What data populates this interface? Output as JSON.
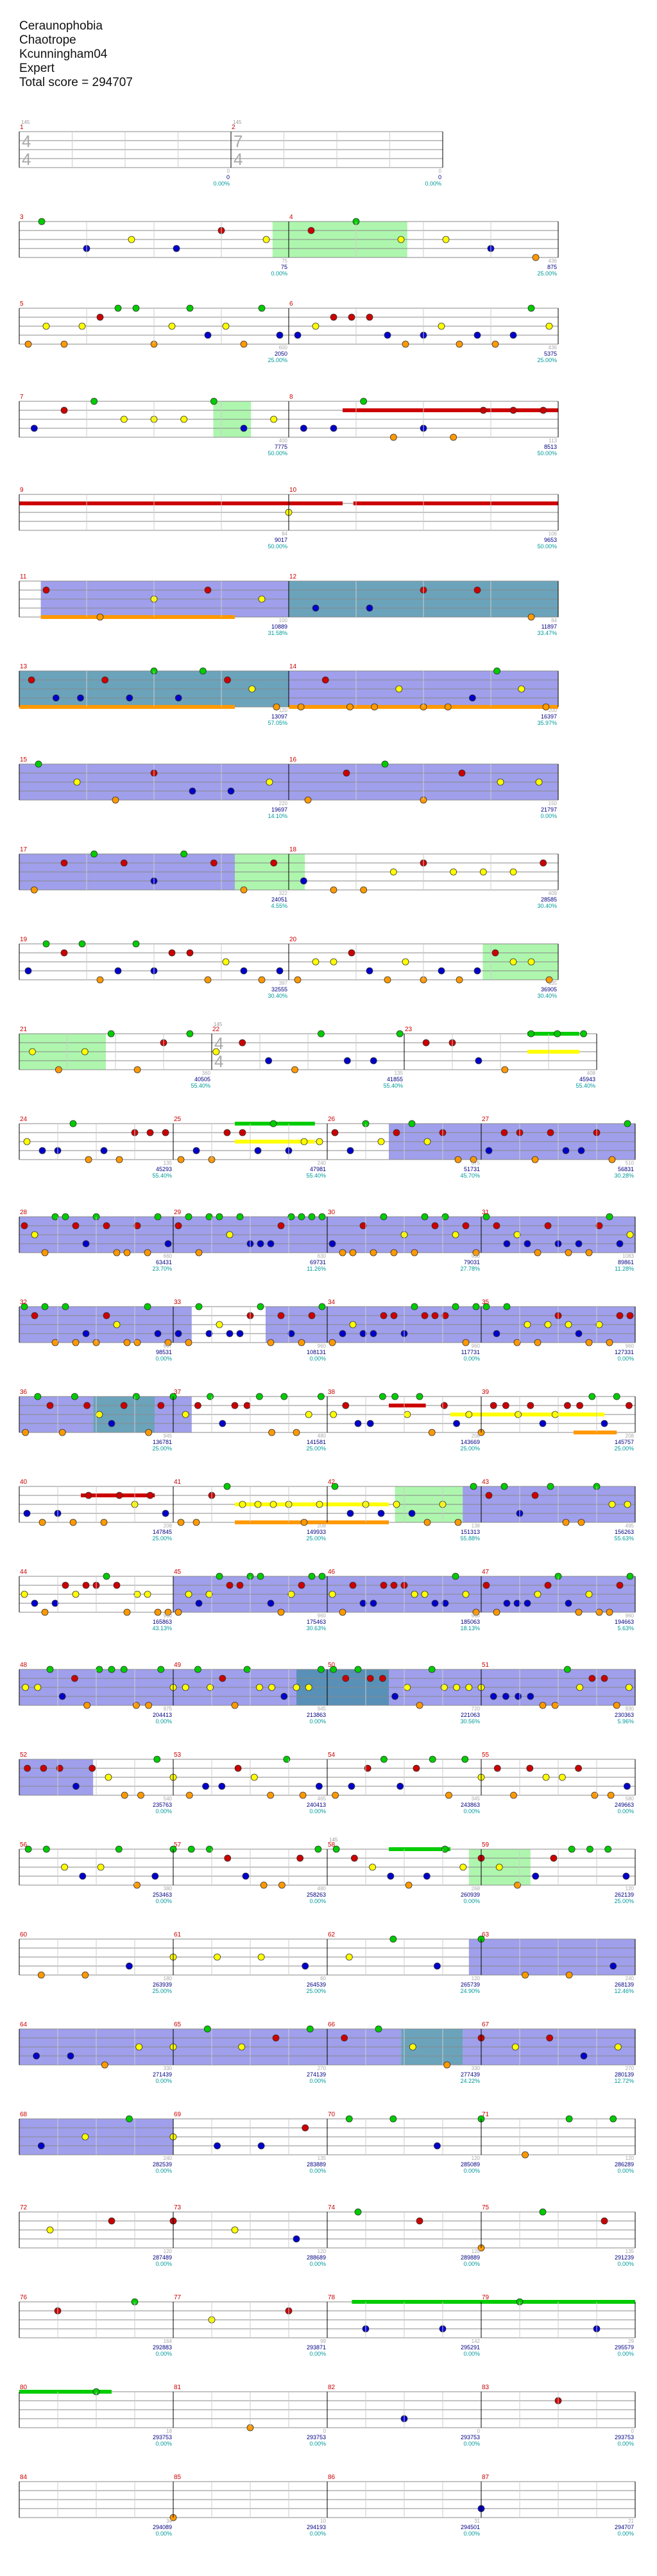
{
  "header": {
    "song": "Ceraunophobia",
    "artist": "Chaotrope",
    "charter": "Kcunningham04",
    "difficulty": "Expert",
    "total_score": "Total score = 294707"
  },
  "colors": {
    "staff_line": "#888888",
    "measure_number": "#cc0000",
    "score_text": "#000080",
    "percent_text": "#009999",
    "star_power": "#3333cc",
    "solo": "#4a8aa8",
    "overdrive": "#66ff66",
    "green": "#00cc00",
    "red": "#cc0000",
    "yellow": "#ffff00",
    "blue": "#0000cc",
    "orange": "#ff9900",
    "purple": "#8b008b"
  },
  "rows": [
    {
      "measures": [
        {
          "num": "1",
          "tempo": "145",
          "ts": [
            "4",
            "4"
          ],
          "score": "0",
          "pct": "0.00%",
          "small": "0"
        },
        {
          "num": "2",
          "tempo": "145",
          "ts": [
            "7",
            "4"
          ],
          "score": "0",
          "pct": "0.00%",
          "small": "0"
        }
      ]
    },
    {
      "measures": [
        {
          "num": "3",
          "score": "75",
          "pct": "0.00%",
          "small": "75"
        },
        {
          "num": "4",
          "score": "875",
          "pct": "25.00%",
          "small": "436"
        }
      ]
    },
    {
      "measures": [
        {
          "num": "5",
          "score": "2050",
          "pct": "25.00%",
          "small": "600"
        },
        {
          "num": "6",
          "score": "5375",
          "pct": "25.00%",
          "small": "436"
        }
      ]
    },
    {
      "measures": [
        {
          "num": "7",
          "score": "7775",
          "pct": "50.00%",
          "small": "400"
        },
        {
          "num": "8",
          "score": "8513",
          "pct": "50.00%",
          "small": "113"
        }
      ]
    },
    {
      "measures": [
        {
          "num": "9",
          "score": "9017",
          "pct": "50.00%",
          "small": "84"
        },
        {
          "num": "10",
          "score": "9653",
          "pct": "50.00%",
          "small": "106"
        }
      ]
    },
    {
      "measures": [
        {
          "num": "11",
          "score": "10889",
          "pct": "31.58%",
          "small": "100"
        },
        {
          "num": "12",
          "score": "11897",
          "pct": "33.47%",
          "small": "84"
        }
      ]
    },
    {
      "measures": [
        {
          "num": "13",
          "score": "13097",
          "pct": "57.05%",
          "small": "120"
        },
        {
          "num": "14",
          "score": "16397",
          "pct": "35.97%",
          "small": "200"
        }
      ]
    },
    {
      "measures": [
        {
          "num": "15",
          "score": "19697",
          "pct": "14.10%",
          "small": "220"
        },
        {
          "num": "16",
          "score": "21797",
          "pct": "0.00%",
          "small": "150"
        }
      ]
    },
    {
      "measures": [
        {
          "num": "17",
          "score": "24051",
          "pct": "4.55%",
          "small": "322"
        },
        {
          "num": "18",
          "score": "28585",
          "pct": "30.40%",
          "small": "409"
        }
      ]
    },
    {
      "measures": [
        {
          "num": "19",
          "score": "32555",
          "pct": "30.40%",
          "small": "397"
        },
        {
          "num": "20",
          "score": "36905",
          "pct": "30.40%",
          "small": "435"
        }
      ]
    },
    {
      "measures": [
        {
          "num": "21",
          "score": "40505",
          "pct": "55.40%",
          "small": "360"
        },
        {
          "num": "22",
          "tempo": "145",
          "ts": [
            "4",
            "4"
          ],
          "score": "41855",
          "pct": "55.40%",
          "small": "135"
        },
        {
          "num": "23",
          "score": "45943",
          "pct": "55.40%",
          "small": "408"
        }
      ]
    },
    {
      "measures": [
        {
          "num": "24",
          "score": "45293",
          "pct": "55.40%",
          "small": "135"
        },
        {
          "num": "25",
          "score": "47981",
          "pct": "55.40%",
          "small": "240"
        },
        {
          "num": "26",
          "score": "51731",
          "pct": "45.70%",
          "small": "375"
        },
        {
          "num": "27",
          "score": "56831",
          "pct": "30.28%",
          "small": "510"
        }
      ]
    },
    {
      "measures": [
        {
          "num": "28",
          "score": "63431",
          "pct": "23.70%",
          "small": "660"
        },
        {
          "num": "29",
          "score": "69731",
          "pct": "11.26%",
          "small": "630"
        },
        {
          "num": "30",
          "score": "79031",
          "pct": "27.78%",
          "small": "930"
        },
        {
          "num": "31",
          "score": "89861",
          "pct": "11.28%",
          "small": "1083"
        }
      ]
    },
    {
      "measures": [
        {
          "num": "32",
          "score": "98531",
          "pct": "0.00%",
          "small": "867"
        },
        {
          "num": "33",
          "score": "108131",
          "pct": "0.00%",
          "small": "960"
        },
        {
          "num": "34",
          "score": "117731",
          "pct": "0.00%",
          "small": "960"
        },
        {
          "num": "35",
          "score": "127331",
          "pct": "0.00%",
          "small": "960"
        }
      ]
    },
    {
      "measures": [
        {
          "num": "36",
          "score": "136781",
          "pct": "25.00%",
          "small": "945"
        },
        {
          "num": "37",
          "score": "141581",
          "pct": "25.00%",
          "small": "480"
        },
        {
          "num": "38",
          "score": "143669",
          "pct": "25.00%",
          "small": "208"
        },
        {
          "num": "39",
          "score": "145757",
          "pct": "25.00%",
          "small": "208"
        }
      ]
    },
    {
      "measures": [
        {
          "num": "40",
          "score": "147845",
          "pct": "25.00%",
          "small": "208"
        },
        {
          "num": "41",
          "score": "149933",
          "pct": "25.00%",
          "small": "208"
        },
        {
          "num": "42",
          "score": "151313",
          "pct": "55.88%",
          "small": "138"
        },
        {
          "num": "43",
          "score": "156263",
          "pct": "55.63%",
          "small": "495"
        }
      ]
    },
    {
      "measures": [
        {
          "num": "44",
          "score": "165863",
          "pct": "43.13%",
          "small": "960"
        },
        {
          "num": "45",
          "score": "175463",
          "pct": "30.63%",
          "small": "960"
        },
        {
          "num": "46",
          "score": "185063",
          "pct": "18.13%",
          "small": "960"
        },
        {
          "num": "47",
          "score": "194663",
          "pct": "5.63%",
          "small": "960"
        }
      ]
    },
    {
      "measures": [
        {
          "num": "48",
          "score": "204413",
          "pct": "0.00%",
          "small": "975"
        },
        {
          "num": "49",
          "score": "213863",
          "pct": "0.00%",
          "small": "945"
        },
        {
          "num": "50",
          "score": "221063",
          "pct": "30.56%",
          "small": "720"
        },
        {
          "num": "51",
          "score": "230363",
          "pct": "5.96%",
          "small": "930"
        }
      ]
    },
    {
      "measures": [
        {
          "num": "52",
          "score": "235763",
          "pct": "0.00%",
          "small": "540"
        },
        {
          "num": "53",
          "score": "240413",
          "pct": "0.00%",
          "small": "465"
        },
        {
          "num": "54",
          "score": "243863",
          "pct": "0.00%",
          "small": "345"
        },
        {
          "num": "55",
          "score": "249663",
          "pct": "0.00%",
          "small": "580"
        }
      ]
    },
    {
      "measures": [
        {
          "num": "56",
          "score": "253463",
          "pct": "0.00%",
          "small": "380"
        },
        {
          "num": "57",
          "score": "258263",
          "pct": "0.00%",
          "small": "480"
        },
        {
          "num": "58",
          "tempo": "145",
          "score": "260939",
          "pct": "0.00%",
          "small": "268"
        },
        {
          "num": "59",
          "score": "262139",
          "pct": "25.00%",
          "small": "120"
        }
      ]
    },
    {
      "measures": [
        {
          "num": "60",
          "score": "263939",
          "pct": "25.00%",
          "small": "180"
        },
        {
          "num": "61",
          "score": "264539",
          "pct": "25.00%",
          "small": "60"
        },
        {
          "num": "62",
          "score": "265739",
          "pct": "24.90%",
          "small": "120"
        },
        {
          "num": "63",
          "score": "268139",
          "pct": "12.46%",
          "small": "240"
        }
      ]
    },
    {
      "measures": [
        {
          "num": "64",
          "score": "271439",
          "pct": "0.00%",
          "small": "330"
        },
        {
          "num": "65",
          "score": "274139",
          "pct": "0.00%",
          "small": "270"
        },
        {
          "num": "66",
          "score": "277439",
          "pct": "24.22%",
          "small": "330"
        },
        {
          "num": "67",
          "score": "280139",
          "pct": "12.72%",
          "small": "270"
        }
      ]
    },
    {
      "measures": [
        {
          "num": "68",
          "score": "282539",
          "pct": "0.00%",
          "small": "240"
        },
        {
          "num": "69",
          "score": "283889",
          "pct": "0.00%",
          "small": "135"
        },
        {
          "num": "70",
          "score": "285089",
          "pct": "0.00%",
          "small": "120"
        },
        {
          "num": "71",
          "score": "286289",
          "pct": "0.00%",
          "small": "120"
        }
      ]
    },
    {
      "measures": [
        {
          "num": "72",
          "score": "287489",
          "pct": "0.00%",
          "small": "120"
        },
        {
          "num": "73",
          "score": "288689",
          "pct": "0.00%",
          "small": "120"
        },
        {
          "num": "74",
          "score": "289889",
          "pct": "0.00%",
          "small": "120"
        },
        {
          "num": "75",
          "score": "291239",
          "pct": "0.00%",
          "small": "135"
        }
      ]
    },
    {
      "measures": [
        {
          "num": "76",
          "score": "292883",
          "pct": "0.00%",
          "small": "164"
        },
        {
          "num": "77",
          "score": "293871",
          "pct": "0.00%",
          "small": "99"
        },
        {
          "num": "78",
          "score": "295291",
          "pct": "0.00%",
          "small": "142"
        },
        {
          "num": "79",
          "score": "295579",
          "pct": "0.00%",
          "small": "29"
        }
      ]
    },
    {
      "measures": [
        {
          "num": "80",
          "score": "293753",
          "pct": "0.00%",
          "small": "18"
        },
        {
          "num": "81",
          "score": "293753",
          "pct": "0.00%",
          "small": "0"
        },
        {
          "num": "82",
          "score": "293753",
          "pct": "0.00%",
          "small": "0"
        },
        {
          "num": "83",
          "score": "293753",
          "pct": "0.00%",
          "small": "0"
        }
      ]
    },
    {
      "measures": [
        {
          "num": "84",
          "score": "294089",
          "pct": "0.00%",
          "small": "34"
        },
        {
          "num": "85",
          "score": "294193",
          "pct": "0.00%",
          "small": "10"
        },
        {
          "num": "86",
          "score": "294501",
          "pct": "0.00%",
          "small": "31"
        },
        {
          "num": "87",
          "score": "294707",
          "pct": "0.00%",
          "small": "21"
        }
      ]
    }
  ]
}
